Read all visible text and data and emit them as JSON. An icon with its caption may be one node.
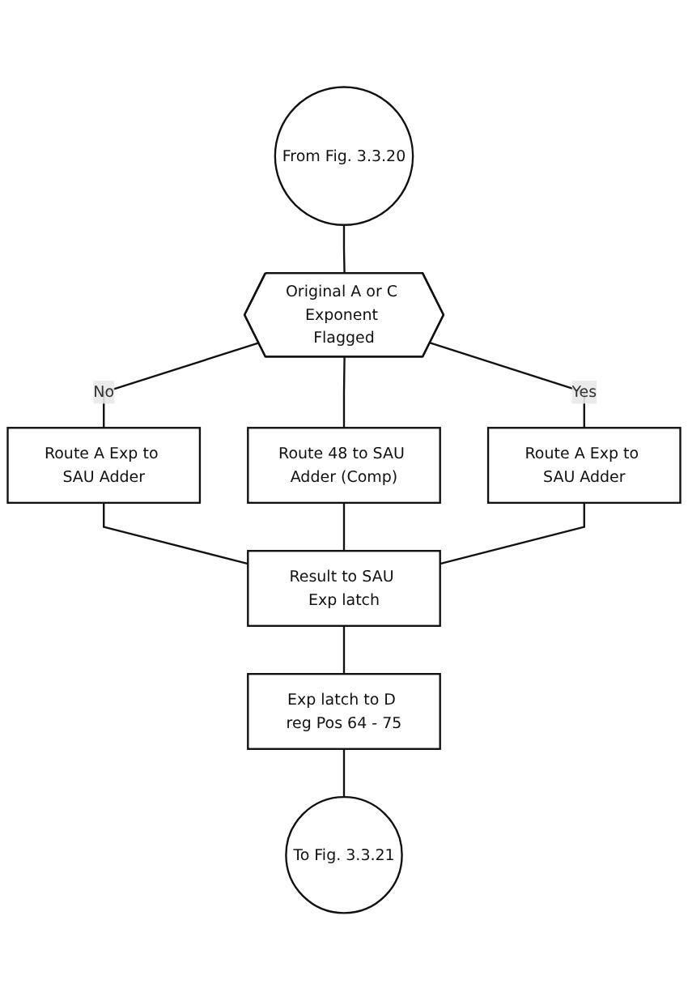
{
  "diagram": {
    "nodes": [
      {
        "text": [
          "From Fig. 3.3.20"
        ]
      },
      {
        "text": [
          "Original A or C Exponent Flagged"
        ]
      },
      {
        "text": [
          "Route A Exp to SAU Adder"
        ]
      },
      {
        "text": [
          "Route 48 to SAU Adder (Comp)"
        ]
      },
      {
        "text": [
          "Route A Exp to SAU Adder"
        ]
      },
      {
        "text": [
          "Result to SAU Exp latch"
        ]
      },
      {
        "text": [
          "Exp latch to D reg Pos 64 - 75"
        ]
      },
      {
        "text": [
          "To Fig. 3.3.21"
        ]
      }
    ],
    "edges": [
      {
        "from": 0,
        "to": 1,
        "arrow": "none"
      },
      {
        "from": 1,
        "to": 2,
        "arrow": "none",
        "label": "No"
      },
      {
        "from": 1,
        "to": 3,
        "arrow": "none"
      },
      {
        "from": 1,
        "to": 4,
        "arrow": "none",
        "label": "Yes"
      },
      {
        "from": 2,
        "to": 5,
        "arrow": "none"
      },
      {
        "from": 3,
        "to": 5,
        "arrow": "none"
      },
      {
        "from": 4,
        "to": 5,
        "arrow": "none"
      },
      {
        "from": 5,
        "to": 6,
        "arrow": "none"
      },
      {
        "from": 6,
        "to": 7,
        "arrow": "none"
      }
    ]
  }
}
